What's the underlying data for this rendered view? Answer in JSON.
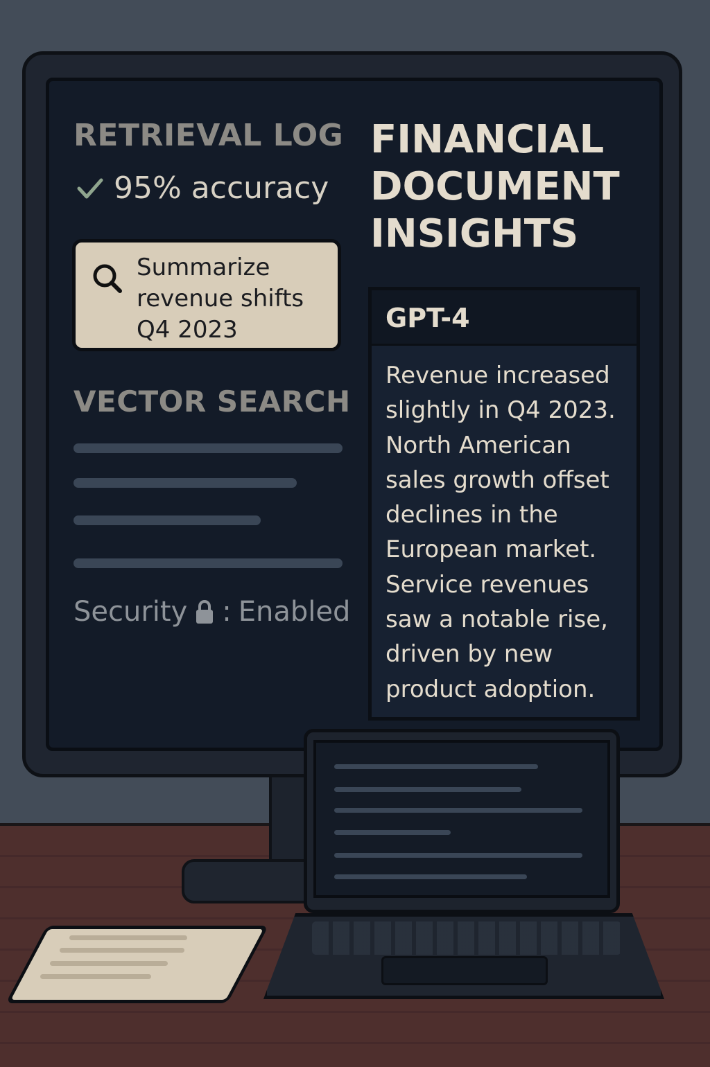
{
  "retrieval_log": {
    "title": "RETRIEVAL LOG",
    "accuracy": "95% accuracy",
    "check_icon": "check-icon"
  },
  "query": {
    "text": "Summarize revenue shifts Q4 2023",
    "icon": "search-icon"
  },
  "vector_search": {
    "title": "VECTOR SEARCH"
  },
  "security": {
    "label": "Security",
    "separator": ":",
    "status": "Enabled",
    "icon": "lock-icon"
  },
  "insights": {
    "title": "FINANCIAL DOCUMENT INSIGHTS"
  },
  "model_panel": {
    "model": "GPT-4",
    "response": "Revenue increased slightly in Q4 2023. North American sales growth offset declines in the European market. Service revenues saw a notable rise, driven by new product adoption."
  },
  "colors": {
    "screen_bg": "#131b28",
    "accent_cream": "#d8cdb9",
    "text_light": "#e4dccd",
    "check_green": "#8fa58e"
  }
}
